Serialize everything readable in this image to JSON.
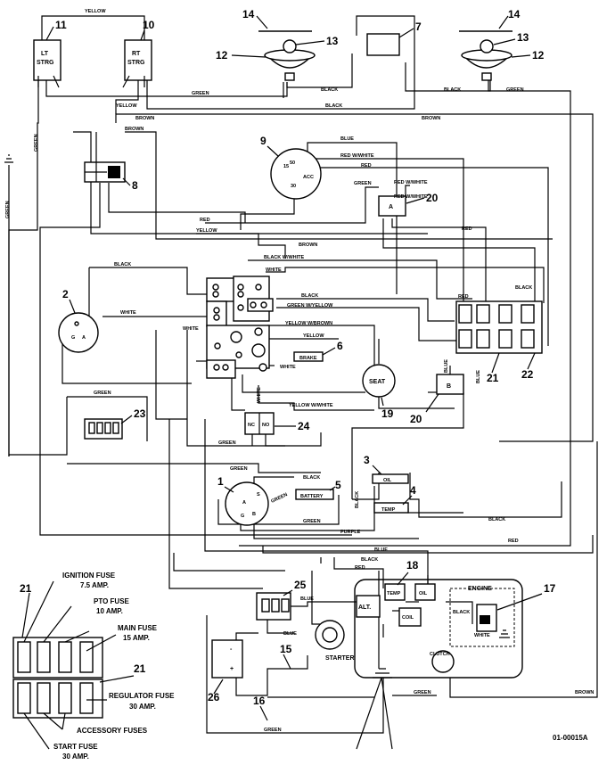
{
  "callouts": {
    "n1": "1",
    "n2": "2",
    "n3": "3",
    "n4": "4",
    "n5": "5",
    "n6": "6",
    "n7": "7",
    "n8": "8",
    "n9": "9",
    "n10": "10",
    "n11": "11",
    "n12a": "12",
    "n12b": "12",
    "n13a": "13",
    "n13b": "13",
    "n14a": "14",
    "n14b": "14",
    "n15": "15",
    "n16": "16",
    "n17": "17",
    "n18": "18",
    "n19": "19",
    "n20a": "20",
    "n20b": "20",
    "n21a": "21",
    "n21b": "21",
    "n21c": "21",
    "n22": "22",
    "n23": "23",
    "n24": "24",
    "n25": "25",
    "n26": "26"
  },
  "components": {
    "lt_strg_1": "LT",
    "lt_strg_2": "STRG",
    "rt_strg_1": "RT",
    "rt_strg_2": "STRG",
    "seat": "SEAT",
    "starter": "STARTER",
    "alt": "ALT.",
    "coil": "COIL",
    "temp": "TEMP",
    "oil": "OIL",
    "engine": "ENGINE",
    "clutch": "CLUTCH",
    "battery": "BATTERY",
    "brake": "BRAKE",
    "oil_lamp": "OIL",
    "temp_lamp": "TEMP",
    "nc": "NC",
    "no": "NO",
    "relay_a": "A",
    "relay_b": "B",
    "ign_50": "50",
    "ign_acc": "ACC",
    "ign_30": "30",
    "ign_15": "15",
    "pto_a": "A",
    "pto_g": "G",
    "key_a": "A",
    "key_s": "S",
    "key_b": "B",
    "key_g": "G",
    "batt_minus": "-",
    "batt_plus": "+"
  },
  "wires": {
    "yellow_top": "YELLOW",
    "green_1": "GREEN",
    "black_1": "BLACK",
    "black_2": "BLACK",
    "black_3": "BLACK",
    "green_2": "GREEN",
    "yellow_2": "YELLOW",
    "brown_1": "BROWN",
    "brown_2": "BROWN",
    "brown_3": "BROWN",
    "green_v": "GREEN",
    "green_v2": "GREEN",
    "blue_1": "BLUE",
    "red_white_1": "RED W/WHITE",
    "red_1": "RED",
    "red_white_2": "RED W/WHITE",
    "green_3": "GREEN",
    "red_2": "RED",
    "yellow_3": "YELLOW",
    "red_3": "RED",
    "brown_4": "BROWN",
    "black_white": "BLACK W/WHITE",
    "black_4": "BLACK",
    "white_1": "WHITE",
    "black_5": "BLACK",
    "green_yellow": "GREEN W/YELLOW",
    "white_2": "WHITE",
    "white_3": "WHITE",
    "yellow_brown": "YELLOW W/BROWN",
    "yellow_4": "YELLOW",
    "red_4": "RED",
    "black_6": "BLACK",
    "black_7": "BLACK",
    "blue_2": "BLUE",
    "blue_3": "BLUE",
    "white_4": "WHITE",
    "green_4": "GREEN",
    "white_5": "WHITE",
    "yellow_white": "YELLOW W/WHITE",
    "green_5": "GREEN",
    "green_6": "GREEN",
    "black_8": "BLACK",
    "green_7": "GREEN",
    "black_9": "BLACK",
    "green_8": "GREEN",
    "purple": "PURPLE",
    "black_10": "BLACK",
    "blue_4": "BLUE",
    "red_5": "RED",
    "black_11": "BLACK",
    "red_6": "RED",
    "blue_5": "BLUE",
    "blue_6": "BLUE",
    "black_12": "BLACK",
    "white_6": "WHITE",
    "green_9": "GREEN",
    "brown_5": "BROWN",
    "green_10": "GREEN"
  },
  "fuse_legend": {
    "ignition_1": "IGNITION FUSE",
    "ignition_2": "7.5 AMP.",
    "pto_1": "PTO FUSE",
    "pto_2": "10 AMP.",
    "main_1": "MAIN FUSE",
    "main_2": "15 AMP.",
    "regulator_1": "REGULATOR FUSE",
    "regulator_2": "30 AMP.",
    "accessory": "ACCESSORY FUSES",
    "start_1": "START FUSE",
    "start_2": "30 AMP."
  },
  "drawing_ref": "01-00015A"
}
